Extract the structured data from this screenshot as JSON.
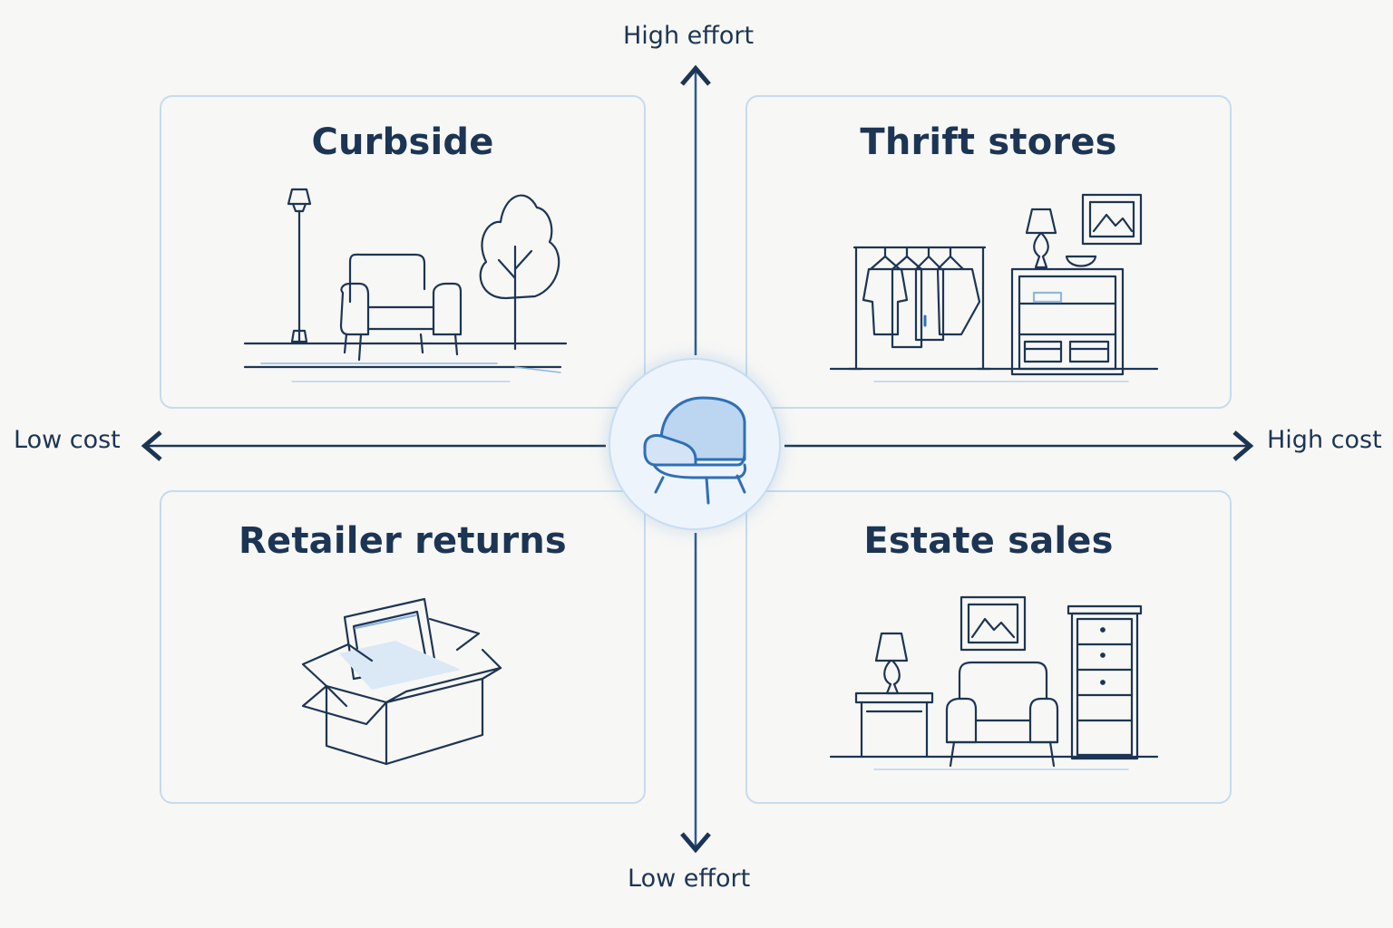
{
  "axes": {
    "top_label": "High effort",
    "bottom_label": "Low effort",
    "left_label": "Low cost",
    "right_label": "High cost"
  },
  "quadrants": {
    "top_left": {
      "title": "Curbside",
      "icon": "street-armchair-lamp-tree-icon"
    },
    "top_right": {
      "title": "Thrift stores",
      "icon": "clothes-rack-shelf-lamp-icon"
    },
    "bottom_left": {
      "title": "Retailer returns",
      "icon": "open-box-icon"
    },
    "bottom_right": {
      "title": "Estate sales",
      "icon": "lamp-table-armchair-dresser-icon"
    }
  },
  "center": {
    "icon": "armchair-icon"
  },
  "colors": {
    "ink": "#1d3554",
    "accent": "#2f6fb6",
    "card_border": "#c6dbef",
    "background": "#f7f7f5"
  }
}
